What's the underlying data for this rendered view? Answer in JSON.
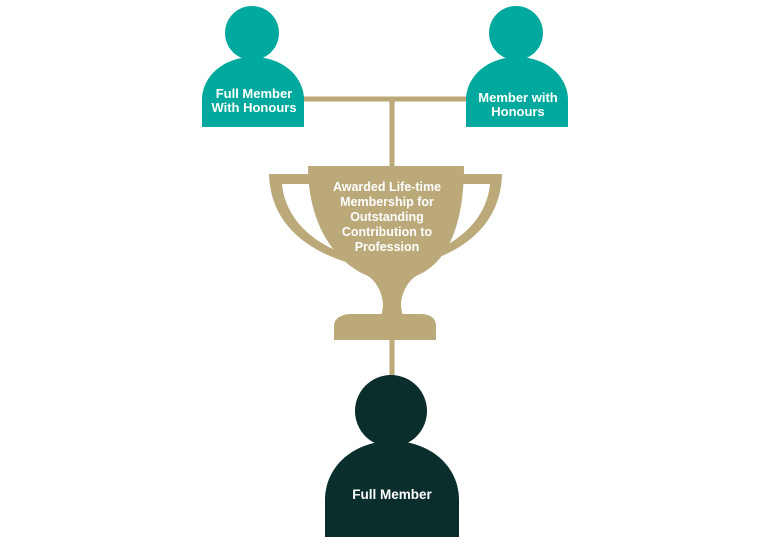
{
  "nodes": {
    "top_left": {
      "label_line1": "Full Member",
      "label_line2": "With Honours"
    },
    "top_right": {
      "label_line1": "Member with",
      "label_line2": "Honours"
    },
    "trophy": {
      "label_lines": [
        "Awarded Life-time",
        "Membership for",
        "Outstanding",
        "Contribution to",
        "Profession"
      ]
    },
    "bottom": {
      "label": "Full Member"
    }
  },
  "colors": {
    "teal": "#00a99d",
    "gold": "#bba97a",
    "dark_green": "#0a2e2c",
    "background": "#ffffff"
  },
  "icons": {
    "top_left": "person-icon",
    "top_right": "person-icon",
    "trophy": "trophy-icon",
    "bottom": "person-icon"
  }
}
